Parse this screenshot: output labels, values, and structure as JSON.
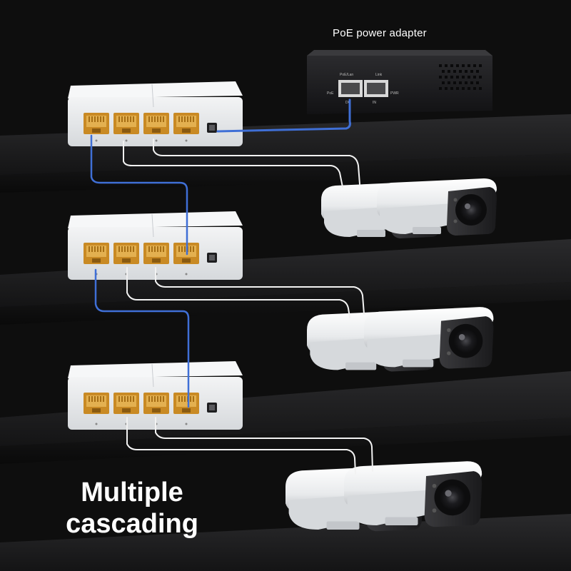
{
  "adapter": {
    "title": "PoE power adapter",
    "port_labels": [
      "PoE/Lan",
      "Link",
      "PoE",
      "PWR",
      "DC",
      "IN"
    ]
  },
  "caption": {
    "line1": "Multiple",
    "line2": "cascading"
  },
  "colors": {
    "background": "#0e0e0e",
    "switch_body": "#e6e8ea",
    "port_gold": "#d89a2e",
    "uplink_cable": "#3f6fd6",
    "camera_cable": "#f2f2f2",
    "camera_body": "#eef0f2",
    "camera_face": "#2a2a2c",
    "adapter_body": "#1c1c1e"
  },
  "icons": {
    "switch": "poe-switch-icon",
    "camera": "bullet-camera-icon",
    "adapter": "poe-adapter-icon"
  }
}
